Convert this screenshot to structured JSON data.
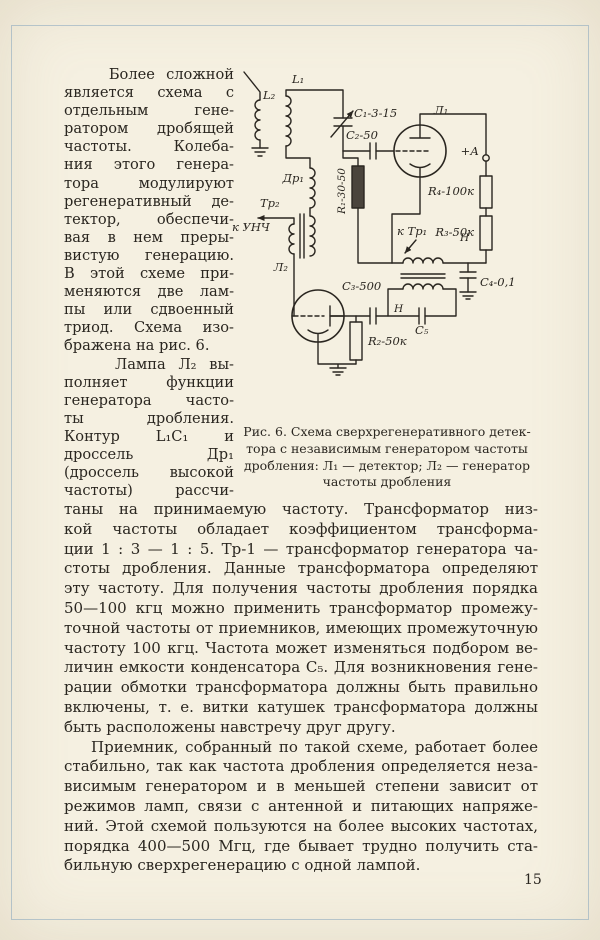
{
  "page": {
    "number": "15",
    "paper_color": "#f5f0e1",
    "ink_color": "#2a2620",
    "scan_frame_color": "#7aa0c0"
  },
  "text": {
    "left_p1": "    Более сложной\nявляется схема с\nотдельным гене-\nратором дробящей\nчастоты. Колеба-\nния этого генера-\nтора модулируют\nрегенеративный де-\nтектор, обеспечи-\nвая в нем преры-\nвистую генерацию.\nВ этой схеме при-\nменяются две лам-\nпы или сдвоенный\nтриод. Схема изо-",
    "left_p1_end": "бражена на рис. 6.",
    "left_p2": "    Лампа Л₂ вы-\nполняет функции\nгенератора часто-\nты дробления.\nКонтур L₁C₁ и\nдроссель Др₁\n(дроссель высокой\nчастоты) рассчи-",
    "main_p1": "таны на принимаемую частоту. Трансформатор низ-\nкой частоты обладает коэффициентом трансформа-\nции 1 : 3 — 1 : 5. Тр-1 — трансформатор генератора ча-\nстоты дробления. Данные трансформатора определяют\nэту частоту. Для получения частоты дробления порядка\n50—100 кгц можно применить трансформатор промежу-\nточной частоты от приемников, имеющих промежуточную\nчастоту 100 кгц. Частота может изменяться подбором ве-\nличин емкости конденсатора С₅. Для возникновения гене-\nрации обмотки трансформатора должны быть правильно\nвключены, т. е. витки катушек трансформатора должны",
    "main_p1_end": "быть расположены навстречу друг другу.",
    "main_p2": "    Приемник, собранный по такой схеме, работает более\nстабильно, так как частота дробления определяется неза-\nвисимым генератором и в меньшей степени зависит от\nрежимов ламп, связи с антенной и питающих напряже-\nний. Этой схемой пользуются на более высоких частотах,\nпорядка 400—500 Мгц, где бывает трудно получить ста-",
    "main_p2_end": "бильную сверхрегенерацию с одной лампой."
  },
  "figure": {
    "caption": "Рис. 6. Схема сверхрегенеративного детек-\nтора с независимым генератором частоты\nдробления: Л₁ — детектор; Л₂ — генератор\nчастоты дробления"
  },
  "schematic": {
    "l2": "L₂",
    "l1": "L₁",
    "c1": "C₁-3-15",
    "c2": "C₂-50",
    "c3": "C₃-500",
    "c4": "C₄-0,1",
    "c5": "C₅",
    "r1": "R₁-30-50",
    "r2": "R₂-50к",
    "r3": "R₃-50к",
    "r4": "R₄-100к",
    "tube1": "Л₁",
    "tube2": "Л₂",
    "dr1": "Др₁",
    "tr2": "Тр₂",
    "to_unch": "к УНЧ",
    "to_tr1": "к Тр₁",
    "plus_a": "+А",
    "n1": "Н",
    "n2": "Н"
  }
}
